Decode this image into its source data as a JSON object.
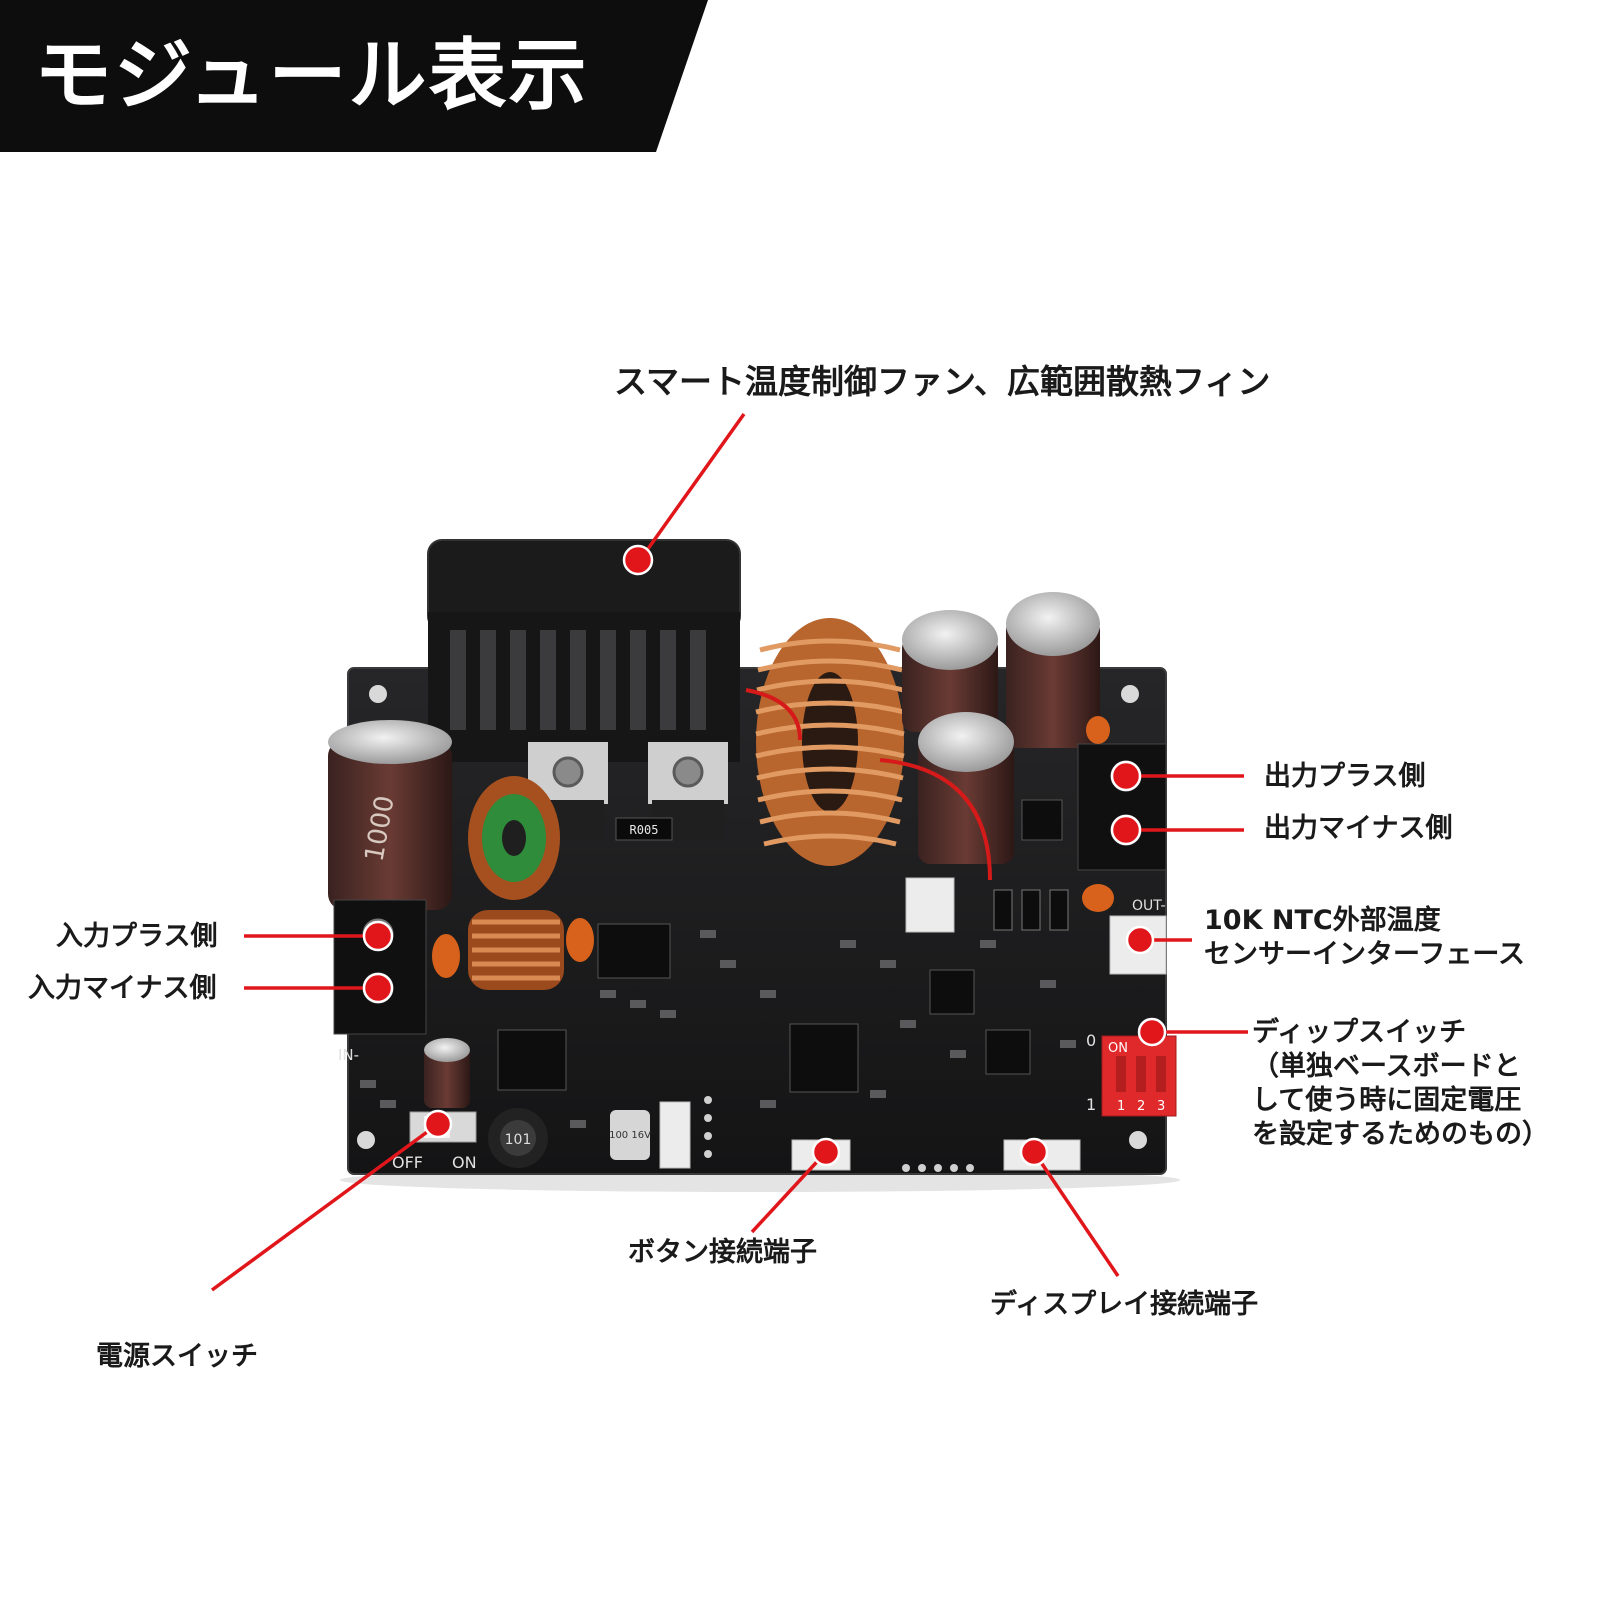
{
  "header": {
    "title": "モジュール表示",
    "background": "#0d0d0d"
  },
  "colors": {
    "leader": "#e0161b",
    "board": "#1d1d1f",
    "copper": "#c7733c"
  },
  "board_markings": {
    "in_label": "IN-",
    "out_label": "OUT-",
    "switch_off": "OFF",
    "switch_on": "ON",
    "shunt": "R005",
    "cap_big": "1000",
    "cap_small": "100 16V",
    "inductor": "101",
    "dip_on": "ON",
    "dip_numbers": [
      "1",
      "2",
      "3"
    ],
    "dip_zero": "0",
    "dip_one": "1"
  },
  "callouts": {
    "fan": {
      "text": "スマート温度制御ファン、広範囲散熱フィン"
    },
    "out_plus": {
      "text": "出力プラス側"
    },
    "out_minus": {
      "text": "出力マイナス側"
    },
    "ntc": {
      "lines": [
        "10K NTC外部温度",
        "センサーインターフェース"
      ]
    },
    "in_plus": {
      "text": "入力プラス側"
    },
    "in_minus": {
      "text": "入力マイナス側"
    },
    "dip": {
      "lines": [
        "ディップスイッチ",
        "（単独ベースボードと",
        "して使う時に固定電圧",
        "を設定するためのもの）"
      ]
    },
    "button_port": {
      "text": "ボタン接続端子"
    },
    "display_port": {
      "text": "ディスプレイ接続端子"
    },
    "power_switch": {
      "text": "電源スイッチ"
    }
  }
}
